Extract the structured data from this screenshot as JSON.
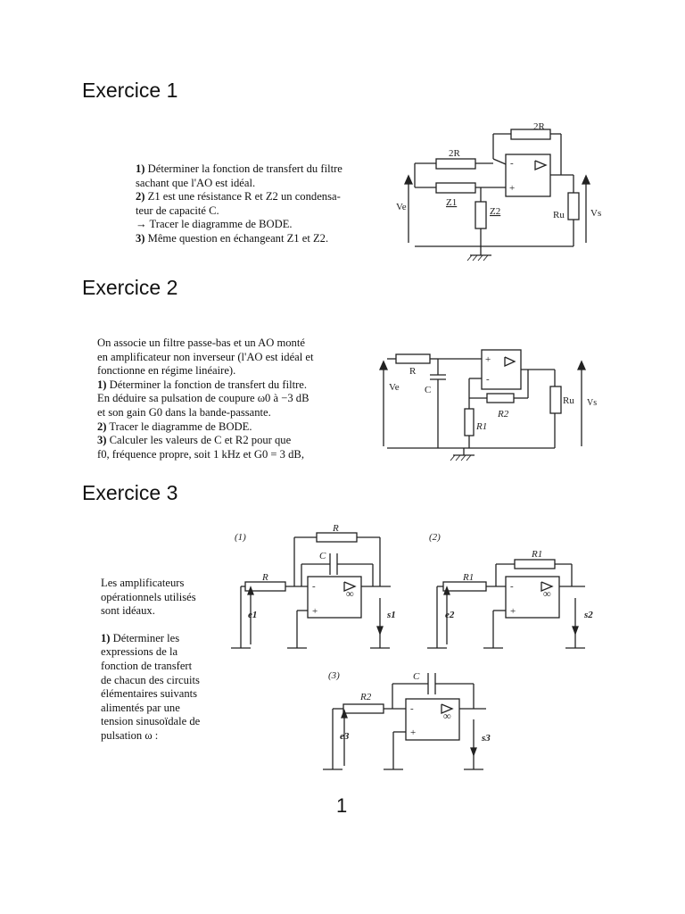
{
  "exercises": [
    {
      "heading": "Exercice 1",
      "lines": [
        [
          "1)",
          " Déterminer la fonction de transfert du filtre"
        ],
        [
          "",
          "sachant que l'AO est idéal."
        ],
        [
          "2)",
          " Z1 est une résistance R et Z2 un condensa-"
        ],
        [
          "",
          "teur de capacité C."
        ],
        [
          "",
          "→ Tracer le diagramme de BODE."
        ],
        [
          "3)",
          " Même question en échangeant Z1 et Z2."
        ]
      ],
      "circuit": {
        "r_top": "2R",
        "r_mid": "2R",
        "z1": "Z1",
        "z2": "Z2",
        "ve": "Ve",
        "ru": "Ru",
        "vs": "Vs",
        "minus": "-",
        "plus": "+"
      }
    },
    {
      "heading": "Exercice 2",
      "lines": [
        [
          "",
          "On associe un filtre passe-bas et un AO monté"
        ],
        [
          "",
          "en amplificateur non inverseur (l'AO est idéal et"
        ],
        [
          "",
          "fonctionne en régime linéaire)."
        ],
        [
          "1)",
          " Déterminer la fonction de transfert du filtre."
        ],
        [
          "",
          "En déduire sa pulsation de coupure ω0 à −3 dB"
        ],
        [
          "",
          "et son gain G0 dans la bande-passante."
        ],
        [
          "2)",
          " Tracer le diagramme de BODE."
        ],
        [
          "3)",
          " Calculer les valeurs de C et R2 pour que"
        ],
        [
          "",
          "f0, fréquence propre, soit 1 kHz et G0 = 3 dB,"
        ]
      ],
      "circuit": {
        "r": "R",
        "c": "C",
        "r1": "R1",
        "r2": "R2",
        "ru": "Ru",
        "ve": "Ve",
        "vs": "Vs",
        "minus": "-",
        "plus": "+"
      }
    },
    {
      "heading": "Exercice 3",
      "lines": [
        [
          "",
          "Les amplificateurs"
        ],
        [
          "",
          "opérationnels utilisés"
        ],
        [
          "",
          "sont idéaux."
        ],
        [
          "",
          ""
        ],
        [
          "1)",
          " Déterminer les"
        ],
        [
          "",
          "expressions de la"
        ],
        [
          "",
          "fonction de transfert"
        ],
        [
          "",
          "de chacun des circuits"
        ],
        [
          "",
          "élémentaires suivants"
        ],
        [
          "",
          "alimentés par une"
        ],
        [
          "",
          "tension sinusoïdale de"
        ],
        [
          "",
          "pulsation ω :"
        ]
      ],
      "circuits": [
        {
          "label": "(1)",
          "r_in": "R",
          "r_fb": "R",
          "c_fb": "C",
          "ein": "e1",
          "sout": "s1"
        },
        {
          "label": "(2)",
          "r_in": "R1",
          "r_fb": "R1",
          "ein": "e2",
          "sout": "s2"
        },
        {
          "label": "(3)",
          "r_in": "R2",
          "c_fb": "C",
          "ein": "e3",
          "sout": "s3"
        }
      ],
      "opamp_sign": "∞"
    }
  ],
  "page_number": "1"
}
